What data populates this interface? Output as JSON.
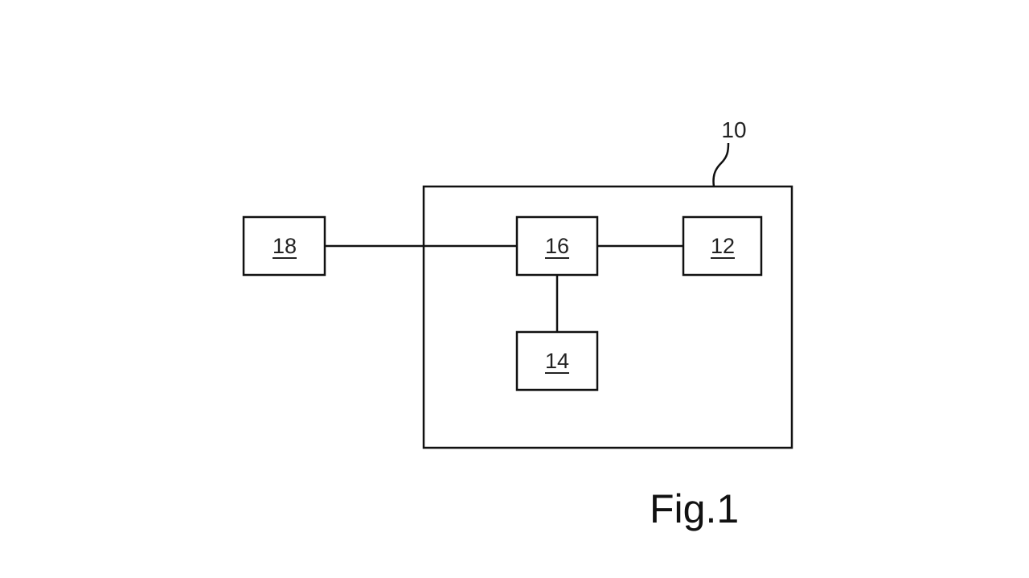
{
  "diagram": {
    "type": "block-diagram",
    "container": {
      "id": "10",
      "label": "10"
    },
    "blocks": [
      {
        "id": "18",
        "label": "18",
        "inside_container": false
      },
      {
        "id": "16",
        "label": "16",
        "inside_container": true
      },
      {
        "id": "12",
        "label": "12",
        "inside_container": true
      },
      {
        "id": "14",
        "label": "14",
        "inside_container": true
      }
    ],
    "connections": [
      {
        "from": "18",
        "to": "16"
      },
      {
        "from": "16",
        "to": "12"
      },
      {
        "from": "16",
        "to": "14"
      }
    ],
    "caption": "Fig.1"
  }
}
